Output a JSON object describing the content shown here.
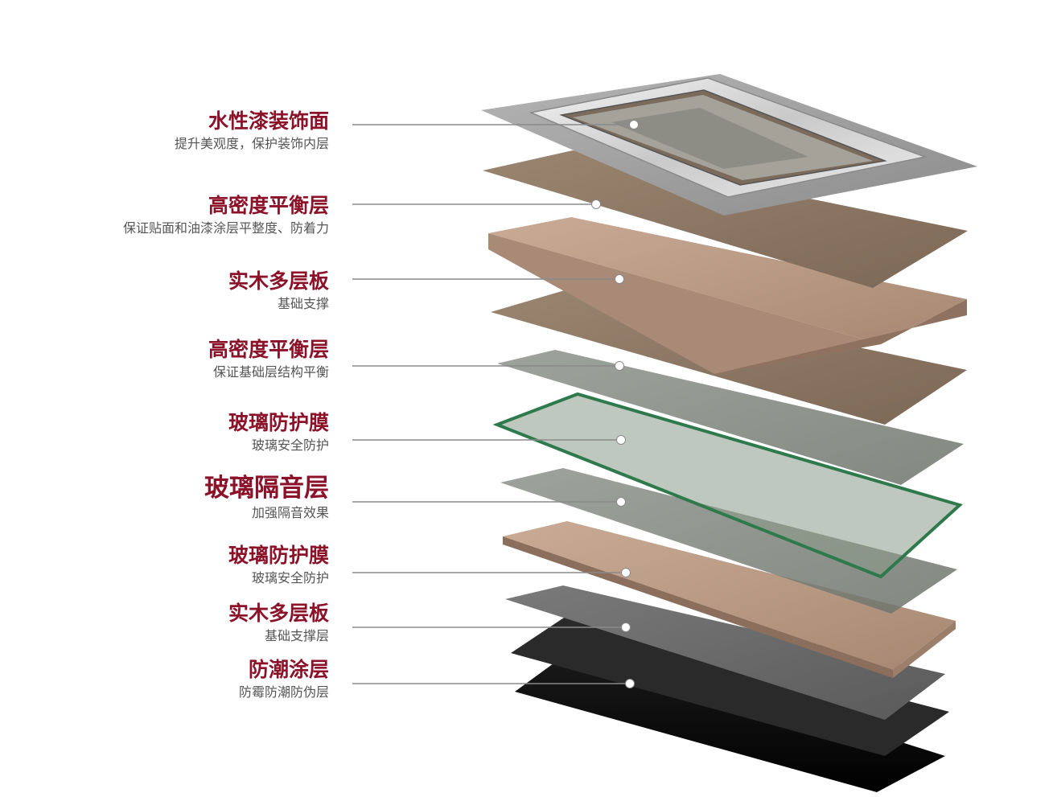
{
  "layers": [
    {
      "title": "水性漆装饰面",
      "subtitle": "提升美观度，保护装饰内层"
    },
    {
      "title": "高密度平衡层",
      "subtitle": "保证贴面和油漆涂层平整度、防着力"
    },
    {
      "title": "实木多层板",
      "subtitle": "基础支撑"
    },
    {
      "title": "高密度平衡层",
      "subtitle": "保证基础层结构平衡"
    },
    {
      "title": "玻璃防护膜",
      "subtitle": "玻璃安全防护"
    },
    {
      "title": "玻璃隔音层",
      "subtitle": "加强隔音效果"
    },
    {
      "title": "玻璃防护膜",
      "subtitle": "玻璃安全防护"
    },
    {
      "title": "实木多层板",
      "subtitle": "基础支撑层"
    },
    {
      "title": "防潮涂层",
      "subtitle": "防霉防潮防伪层"
    }
  ],
  "colors": {
    "title": "#8b1228",
    "subtitle": "#555555",
    "leader": "#8a8a8a"
  }
}
